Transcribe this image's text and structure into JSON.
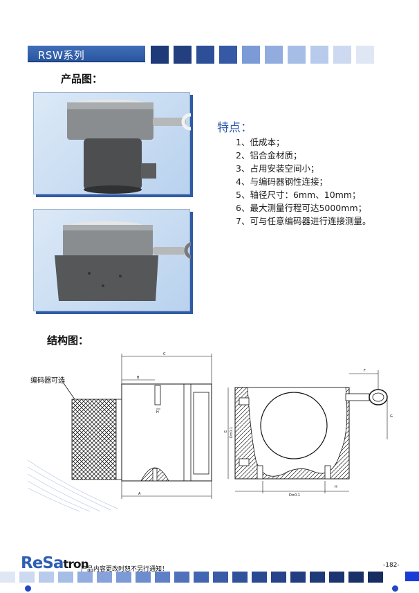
{
  "header": {
    "title": "RSW系列"
  },
  "sections": {
    "product_title": "产品图：",
    "structure_title": "结构图："
  },
  "features": {
    "title": "特点：",
    "items": [
      "1、低成本；",
      "2、铝合金材质；",
      "3、占用安装空间小；",
      "4、与编码器钢性连接；",
      "5、轴径尺寸：6mm、10mm；",
      "6、最大测量行程可达5000mm；",
      "7、可与任意编码器进行连接测量。"
    ]
  },
  "diagram": {
    "encoder_label": "编码器可选",
    "dims": {
      "C": "C",
      "B": "B",
      "A": "A",
      "F": "F",
      "G": "G",
      "H": "H",
      "E": "E",
      "D1": "D±0.1",
      "D2": "D±0.1"
    }
  },
  "footer": {
    "logo_main": "ReSa",
    "logo_tail": "tron",
    "note": "产品内容更改时恕不另行通知！",
    "page": "-182-"
  },
  "colors": {
    "accent": "#2c5ba8",
    "navy": "#1f3a78",
    "light": "#a6c0ea"
  }
}
